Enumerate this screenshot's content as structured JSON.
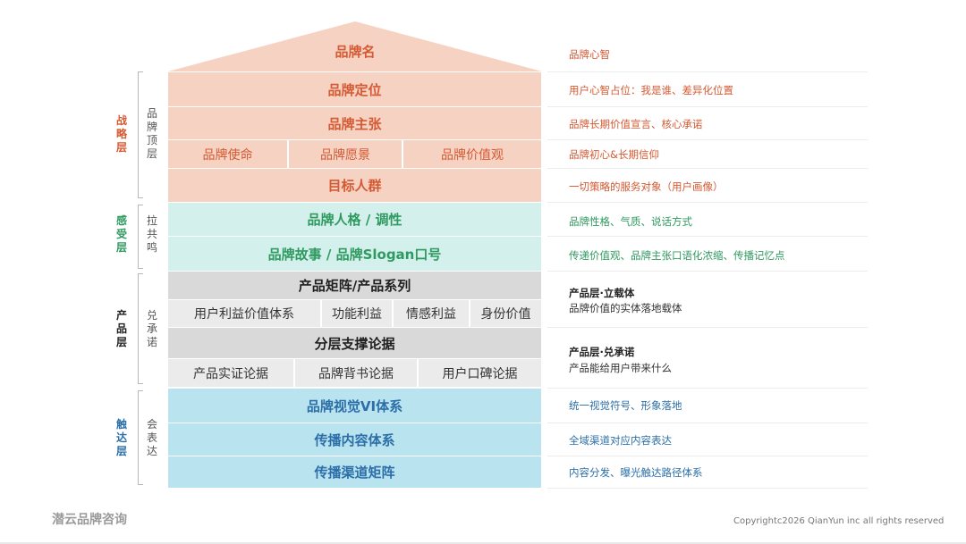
{
  "pyramid": {
    "roof": "品牌名",
    "positioning": "品牌定位",
    "proposition": "品牌主张",
    "mission": "品牌使命",
    "vision": "品牌愿景",
    "values": "品牌价值观",
    "audience": "目标人群",
    "personality": "品牌人格 / 调性",
    "story": "品牌故事 / 品牌Slogan口号",
    "product_matrix": "产品矩阵/产品系列",
    "user_value": "用户利益价值体系",
    "function_benefit": "功能利益",
    "emotion_benefit": "情感利益",
    "identity_value": "身份价值",
    "support": "分层支撑论据",
    "product_proof": "产品实证论据",
    "endorse_proof": "品牌背书论据",
    "word_of_mouth": "用户口碑论据",
    "visual_vi": "品牌视觉VI体系",
    "content_system": "传播内容体系",
    "channel_matrix": "传播渠道矩阵"
  },
  "layers": {
    "strategy": "战略层",
    "strategy_sub": "品牌顶层",
    "perception": "感受层",
    "perception_sub": "拉共鸣",
    "product": "产品层",
    "product_sub": "兑承诺",
    "reach": "触达层",
    "reach_sub": "会表达"
  },
  "descriptions": {
    "d1": "品牌心智",
    "d2": "用户心智占位：我是谁、差异化位置",
    "d3": "品牌长期价值宣言、核心承诺",
    "d4": "品牌初心&长期信仰",
    "d5": "一切策略的服务对象（用户画像）",
    "d6": "品牌性格、气质、说话方式",
    "d7": "传递价值观、品牌主张口语化浓缩、传播记忆点",
    "d8_title": "产品层·立载体",
    "d8_text": "品牌价值的实体落地载体",
    "d9_title": "产品层·兑承诺",
    "d9_text": "产品能给用户带来什么",
    "d10": "统一视觉符号、形象落地",
    "d11": "全域渠道对应内容表达",
    "d12": "内容分发、曝光触达路径体系"
  },
  "footer": {
    "brand": "潜云品牌咨询",
    "copyright": "Copyrightc2026 QianYun inc all rights reserved"
  },
  "colors": {
    "red": "#d45a33",
    "teal": "#2f9a60",
    "blue": "#2c6fa8",
    "red_fill": "#f6d2c3",
    "teal_fill": "#d3f0ec",
    "gray_fill": "#d9d9d9",
    "blue_fill": "#b9e3ef"
  }
}
